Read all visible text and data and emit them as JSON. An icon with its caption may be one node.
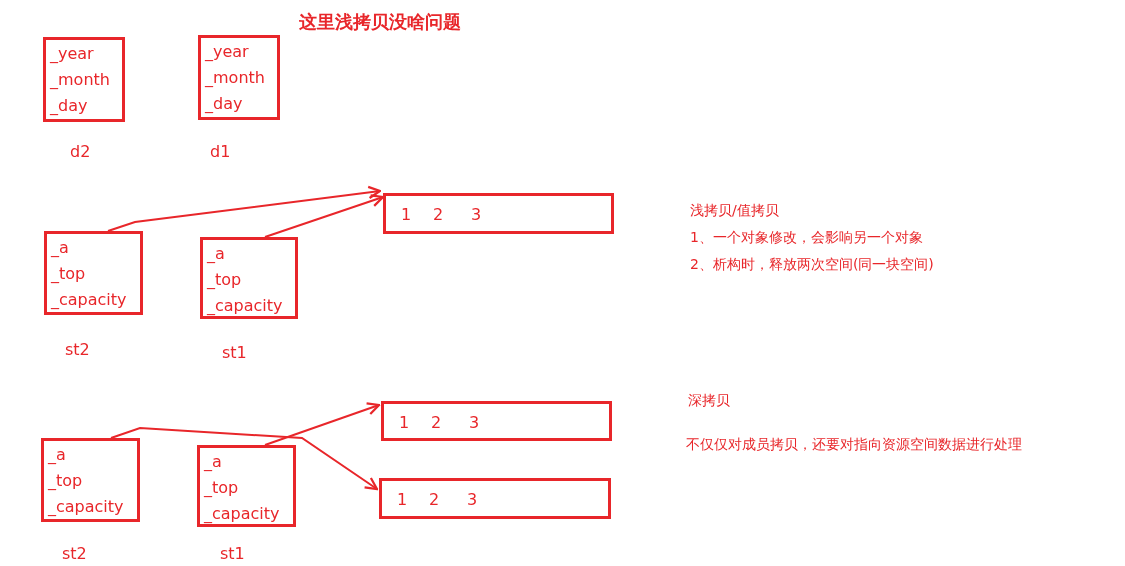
{
  "diagram": {
    "title": "这里浅拷贝没啥问题",
    "nodes": [
      {
        "text": [
          "_year",
          "_month",
          "_day"
        ],
        "beside": [
          "d2"
        ]
      },
      {
        "text": [
          "_year",
          "_month",
          "_day"
        ],
        "beside": [
          "d1"
        ]
      },
      {
        "text": [
          "1",
          "2",
          "3"
        ]
      },
      {
        "text": [
          "_a",
          "_top",
          "_capacity"
        ],
        "beside": [
          "st2"
        ]
      },
      {
        "text": [
          "_a",
          "_top",
          "_capacity"
        ],
        "beside": [
          "st1"
        ]
      },
      {
        "text": [
          "1",
          "2",
          "3"
        ]
      },
      {
        "text": [
          "_a",
          "_top",
          "_capacity"
        ],
        "beside": [
          "st2"
        ]
      },
      {
        "text": [
          "_a",
          "_top",
          "_capacity"
        ],
        "beside": [
          "st1"
        ]
      },
      {
        "text": [
          "1",
          "2",
          "3"
        ]
      }
    ],
    "edges": [
      {
        "from": 3,
        "to": 2,
        "arrow": "to"
      },
      {
        "from": 4,
        "to": 2,
        "arrow": "to"
      },
      {
        "from": 6,
        "to": 8,
        "arrow": "to"
      },
      {
        "from": 7,
        "to": 5,
        "arrow": "to"
      }
    ],
    "labels": [
      "浅拷贝/值拷贝",
      "1、一个对象修改，会影响另一个对象",
      "2、析构时，释放两次空间(同一块空间)",
      "深拷贝",
      "不仅仅对成员拷贝，还要对指向资源空间数据进行处理"
    ]
  }
}
